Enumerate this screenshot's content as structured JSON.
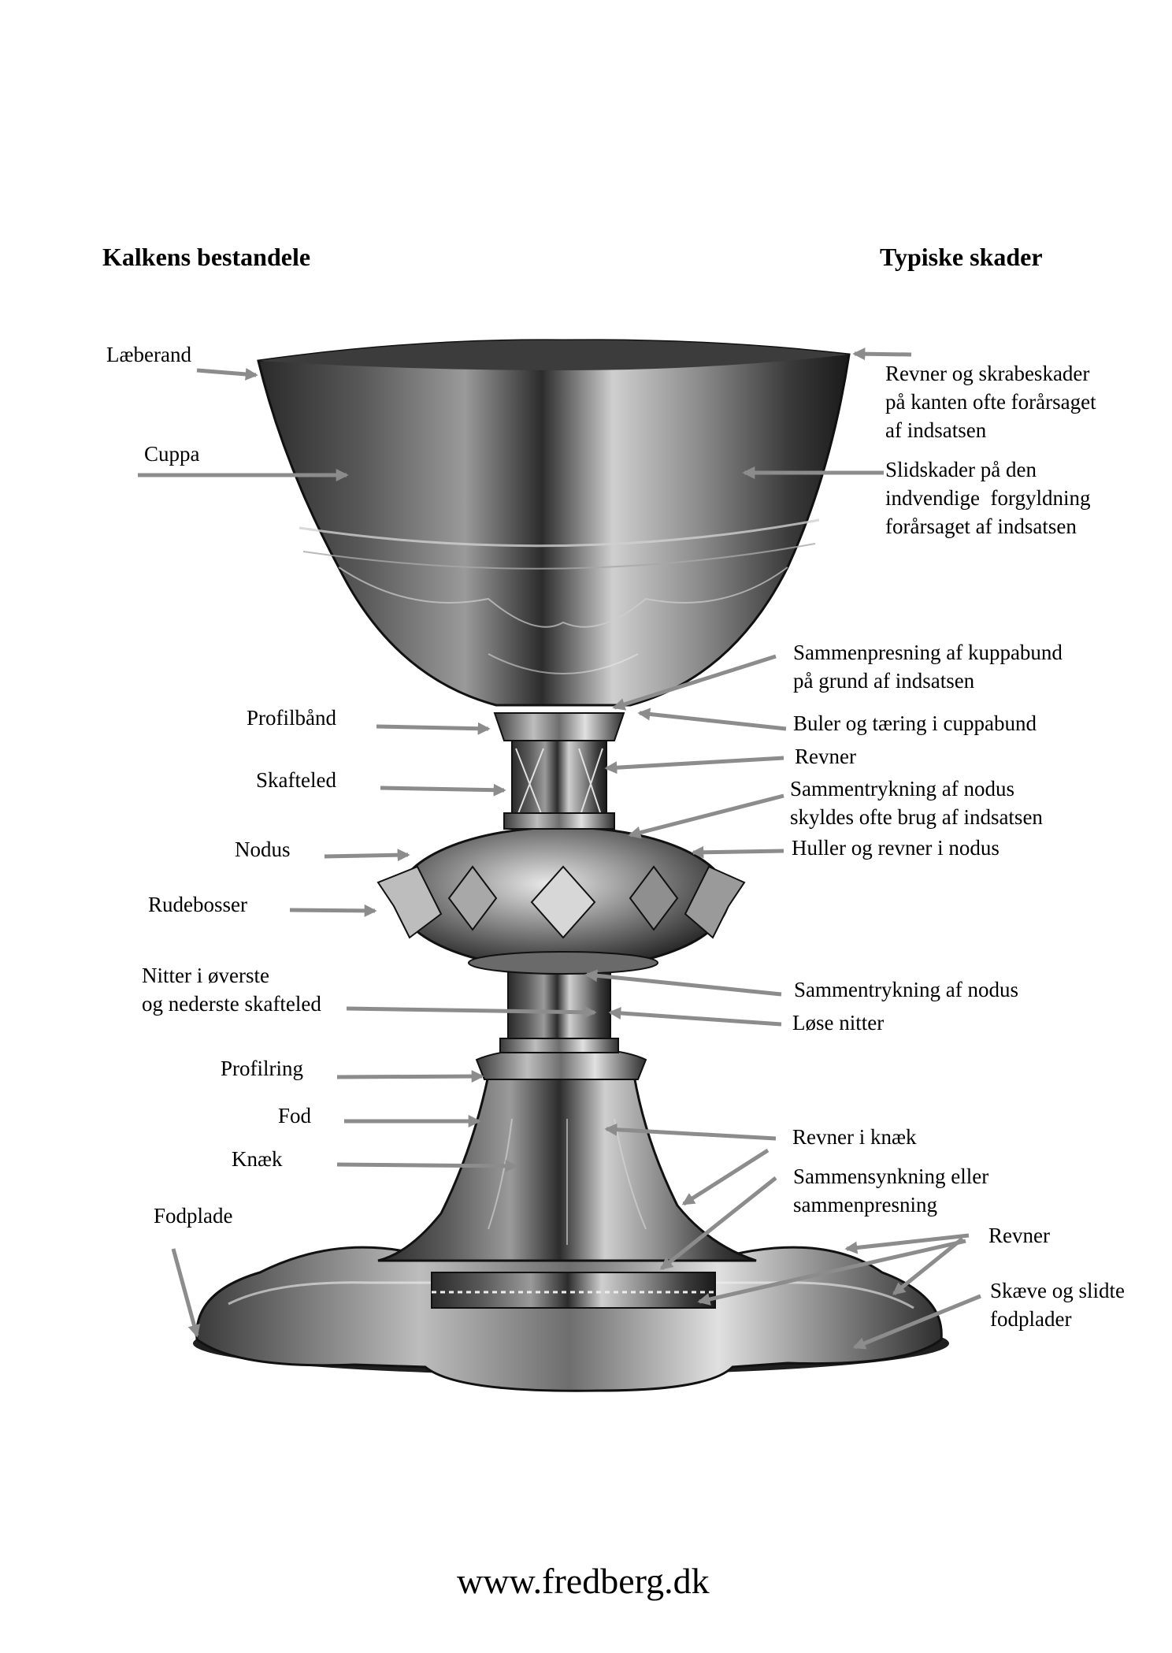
{
  "titles": {
    "left": "Kalkens bestandele",
    "right": "Typiske skader"
  },
  "parts": [
    {
      "label": "Læberand"
    },
    {
      "label": "Cuppa"
    },
    {
      "label": "Profilbånd"
    },
    {
      "label": "Skafteled"
    },
    {
      "label": "Nodus"
    },
    {
      "label": "Rudebosser"
    },
    {
      "label": "Nitter i øverste\nog nederste skafteled"
    },
    {
      "label": "Profilring"
    },
    {
      "label": "Fod"
    },
    {
      "label": "Knæk"
    },
    {
      "label": "Fodplade"
    }
  ],
  "damages": [
    {
      "label": "Revner og skrabeskader\npå kanten ofte forårsaget\naf indsatsen"
    },
    {
      "label": "Slidskader på den\nindvendige  forgyldning\nforårsaget af indsatsen"
    },
    {
      "label": "Sammenpresning af kuppabund\npå grund af indsatsen"
    },
    {
      "label": "Buler og tæring i cuppabund"
    },
    {
      "label": "Revner"
    },
    {
      "label": "Sammentrykning af nodus\nskyldes ofte brug af indsatsen"
    },
    {
      "label": "Huller og revner i nodus"
    },
    {
      "label": "Sammentrykning af nodus"
    },
    {
      "label": "Løse nitter"
    },
    {
      "label": "Revner i knæk"
    },
    {
      "label": "Sammensynkning eller\nsammenpresning"
    },
    {
      "label": "Revner"
    },
    {
      "label": "Skæve og slidte\nfodplader"
    }
  ],
  "footer": "www.fredberg.dk",
  "colors": {
    "arrow": "#8c8c8c",
    "metal_dark": "#1e1e1e",
    "metal_light": "#d9d9d9"
  }
}
